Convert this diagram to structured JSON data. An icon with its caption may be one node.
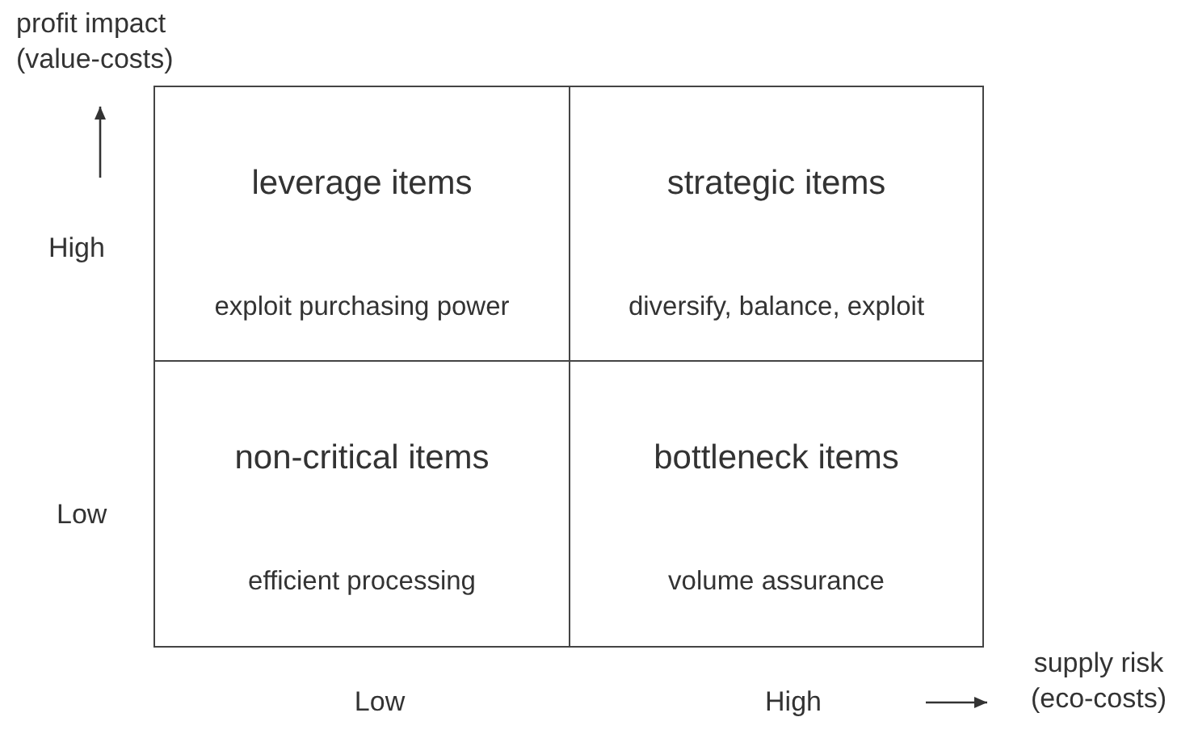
{
  "diagram": {
    "nodes": [
      {
        "text": [
          "leverage items",
          "exploit purchasing power"
        ]
      },
      {
        "text": [
          "strategic items",
          "diversify, balance, exploit"
        ]
      },
      {
        "text": [
          "non-critical items",
          "efficient processing"
        ]
      },
      {
        "text": [
          "bottleneck items",
          "volume assurance"
        ]
      }
    ],
    "labels": [
      "profit impact (value-costs)",
      "High",
      "Low",
      "Low",
      "High",
      "supply risk (eco-costs)"
    ]
  }
}
